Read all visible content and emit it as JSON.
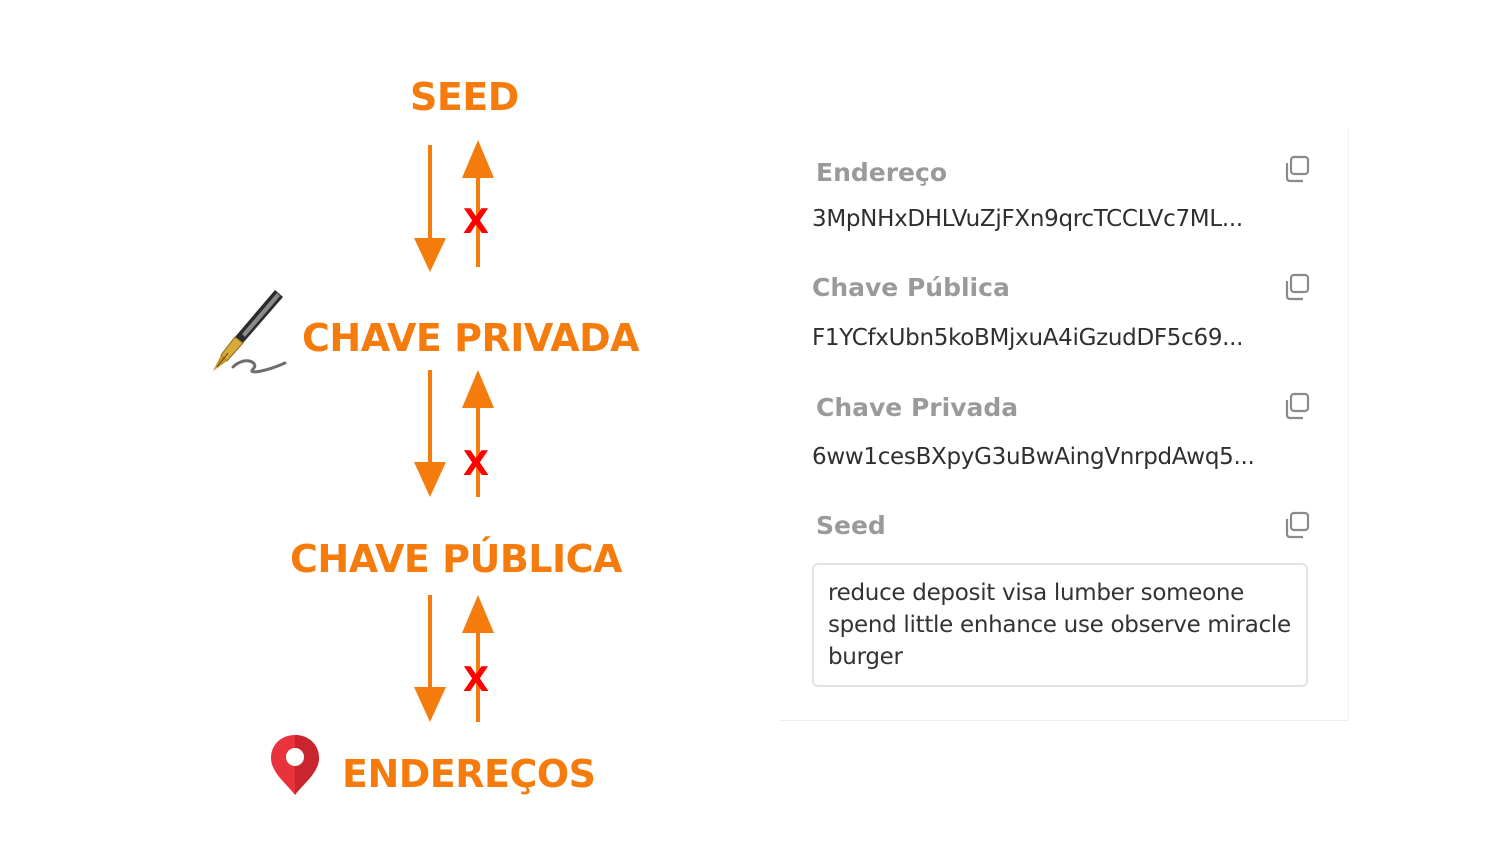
{
  "diagram": {
    "nodes": [
      "SEED",
      "CHAVE PRIVADA",
      "CHAVE PÚBLICA",
      "ENDEREÇOS"
    ],
    "colors": {
      "accent": "#f57c0c",
      "blocked_mark": "#ff0000",
      "pin": "#e8323c"
    },
    "blocked_mark": "X"
  },
  "wallet": {
    "fields": [
      {
        "label": "Endereço",
        "value": "3MpNHxDHLVuZjFXn9qrcTCCLVc7ML..."
      },
      {
        "label": "Chave Pública",
        "value": "F1YCfxUbn5koBMjxuA4iGzudDF5c69..."
      },
      {
        "label": "Chave Privada",
        "value": "6ww1cesBXpyG3uBwAingVnrpdAwq5..."
      },
      {
        "label": "Seed",
        "value": "reduce deposit visa lumber someone spend little enhance use observe miracle burger"
      }
    ],
    "copy_icon": "copy-icon"
  }
}
